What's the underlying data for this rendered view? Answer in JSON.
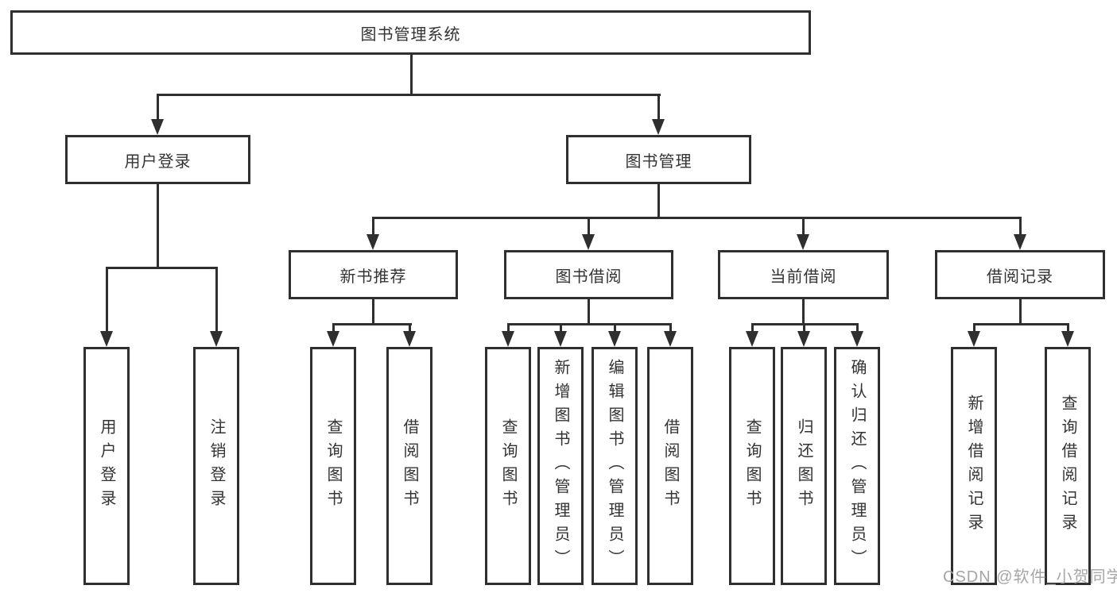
{
  "diagram": {
    "type": "hierarchy-tree",
    "title": "图书管理系统",
    "colors": {
      "line": "#2f2f2f",
      "box_border": "#2f2f2f",
      "box_background": "#ffffff",
      "text": "#333333",
      "watermark": "#a6a6a6",
      "background": "#ffffff"
    },
    "tree": {
      "root": {
        "label": "图书管理系统"
      },
      "level2": [
        {
          "label": "用户登录",
          "children": [
            "用户登录",
            "注销登录"
          ]
        },
        {
          "label": "图书管理",
          "sections": [
            {
              "label": "新书推荐",
              "children": [
                "查询图书",
                "借阅图书"
              ]
            },
            {
              "label": "图书借阅",
              "children": [
                "查询图书",
                "新增图书（管理员）",
                "编辑图书（管理员）",
                "借阅图书"
              ]
            },
            {
              "label": "当前借阅",
              "children": [
                "查询图书",
                "归还图书",
                "确认归还（管理员）"
              ]
            },
            {
              "label": "借阅记录",
              "children": [
                "新增借阅记录",
                "查询借阅记录"
              ]
            }
          ]
        }
      ]
    }
  },
  "watermark": {
    "text": "CSDN @软件_小贺同学"
  }
}
